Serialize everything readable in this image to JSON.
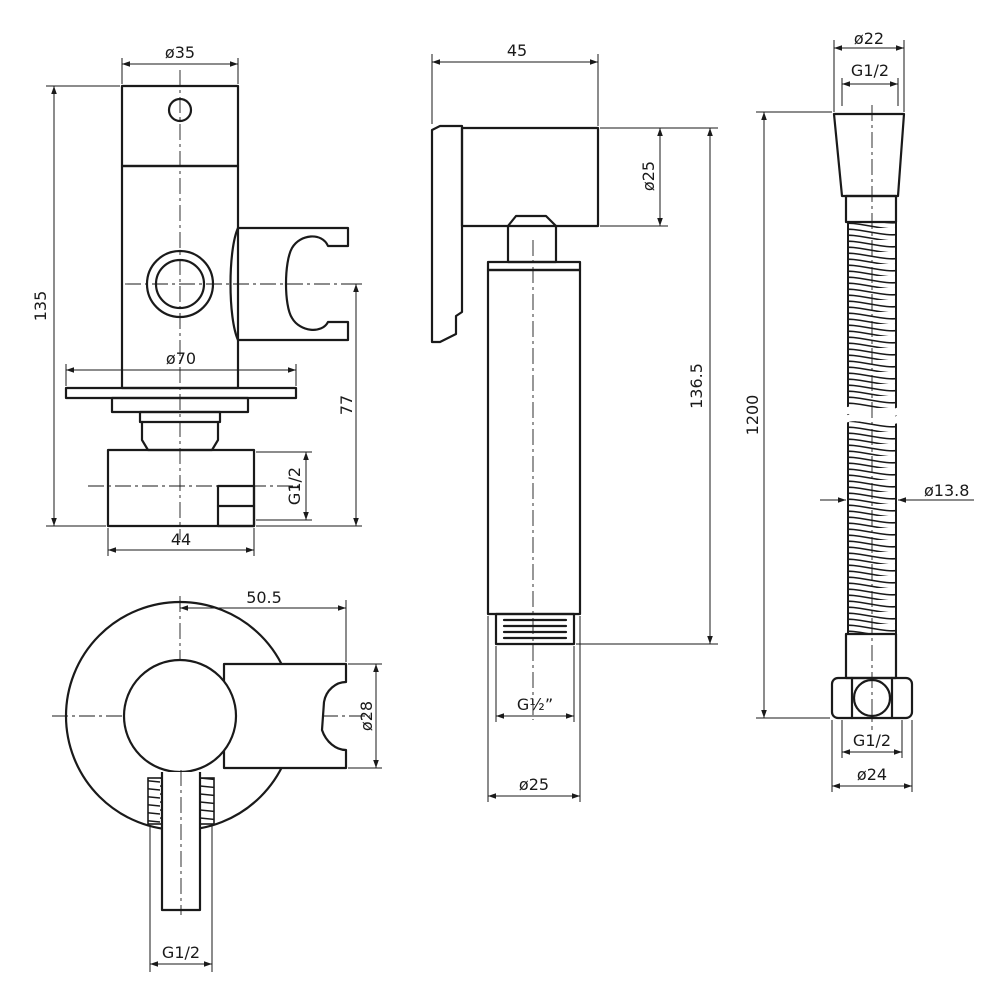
{
  "dimensions": {
    "valve_body_diameter": "ø35",
    "valve_height": "135",
    "flange_diameter": "ø70",
    "valve_inlet_height": "77",
    "valve_inlet_thread": "G1/2",
    "valve_width": "44",
    "plan_depth": "50.5",
    "holder_diameter": "ø28",
    "plan_thread": "G1/2",
    "sprayer_depth": "45",
    "sprayer_head_diameter": "ø25",
    "sprayer_length": "136.5",
    "sprayer_thread_g": "G",
    "sprayer_thread_fraction": "½",
    "sprayer_thread_inch": "”",
    "sprayer_body_diameter": "ø25",
    "hose_nut_top_diameter": "ø22",
    "hose_top_thread": "G1/2",
    "hose_length": "1200",
    "hose_diameter": "ø13.8",
    "hose_bottom_thread": "G1/2",
    "hose_nut_bottom_diameter": "ø24"
  }
}
